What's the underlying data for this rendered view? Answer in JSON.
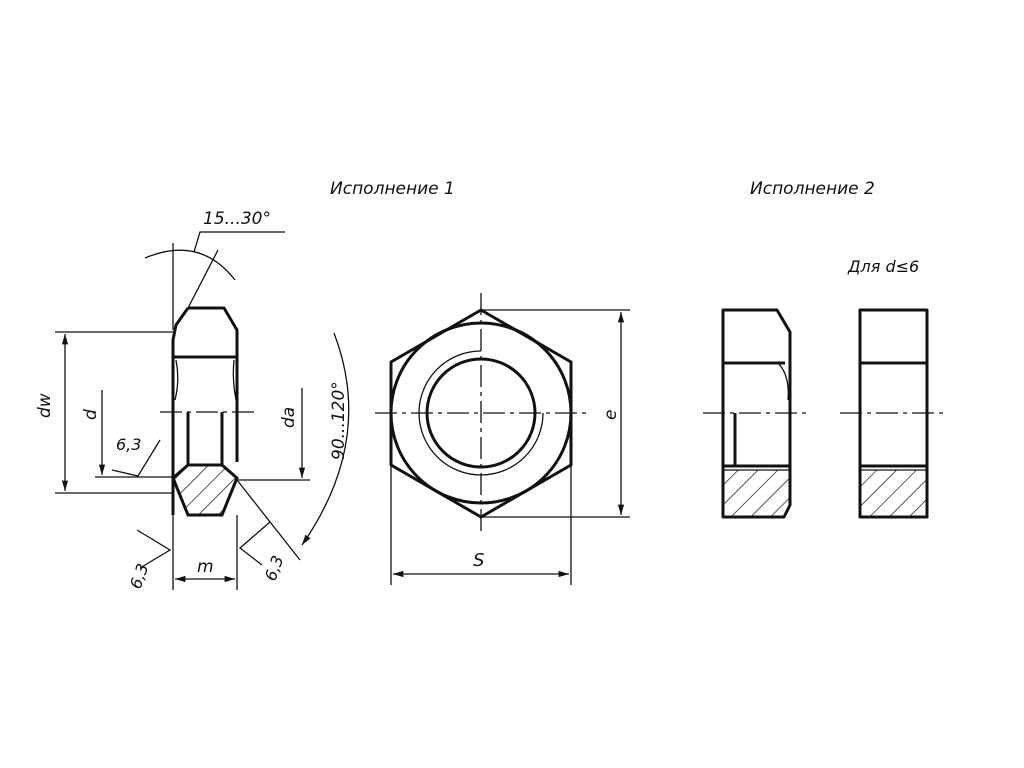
{
  "titles": {
    "variant1": "Исполнение 1",
    "variant2": "Исполнение 2",
    "condition": "Для d≤6"
  },
  "labels": {
    "chamfer_angle": "15...30°",
    "countersink_angle": "90...120°",
    "dw": "dw",
    "d": "d",
    "da": "da",
    "e": "e",
    "s": "S",
    "m": "m",
    "roughness_1": "6,3",
    "roughness_2": "6,3",
    "roughness_3": "6,3"
  }
}
